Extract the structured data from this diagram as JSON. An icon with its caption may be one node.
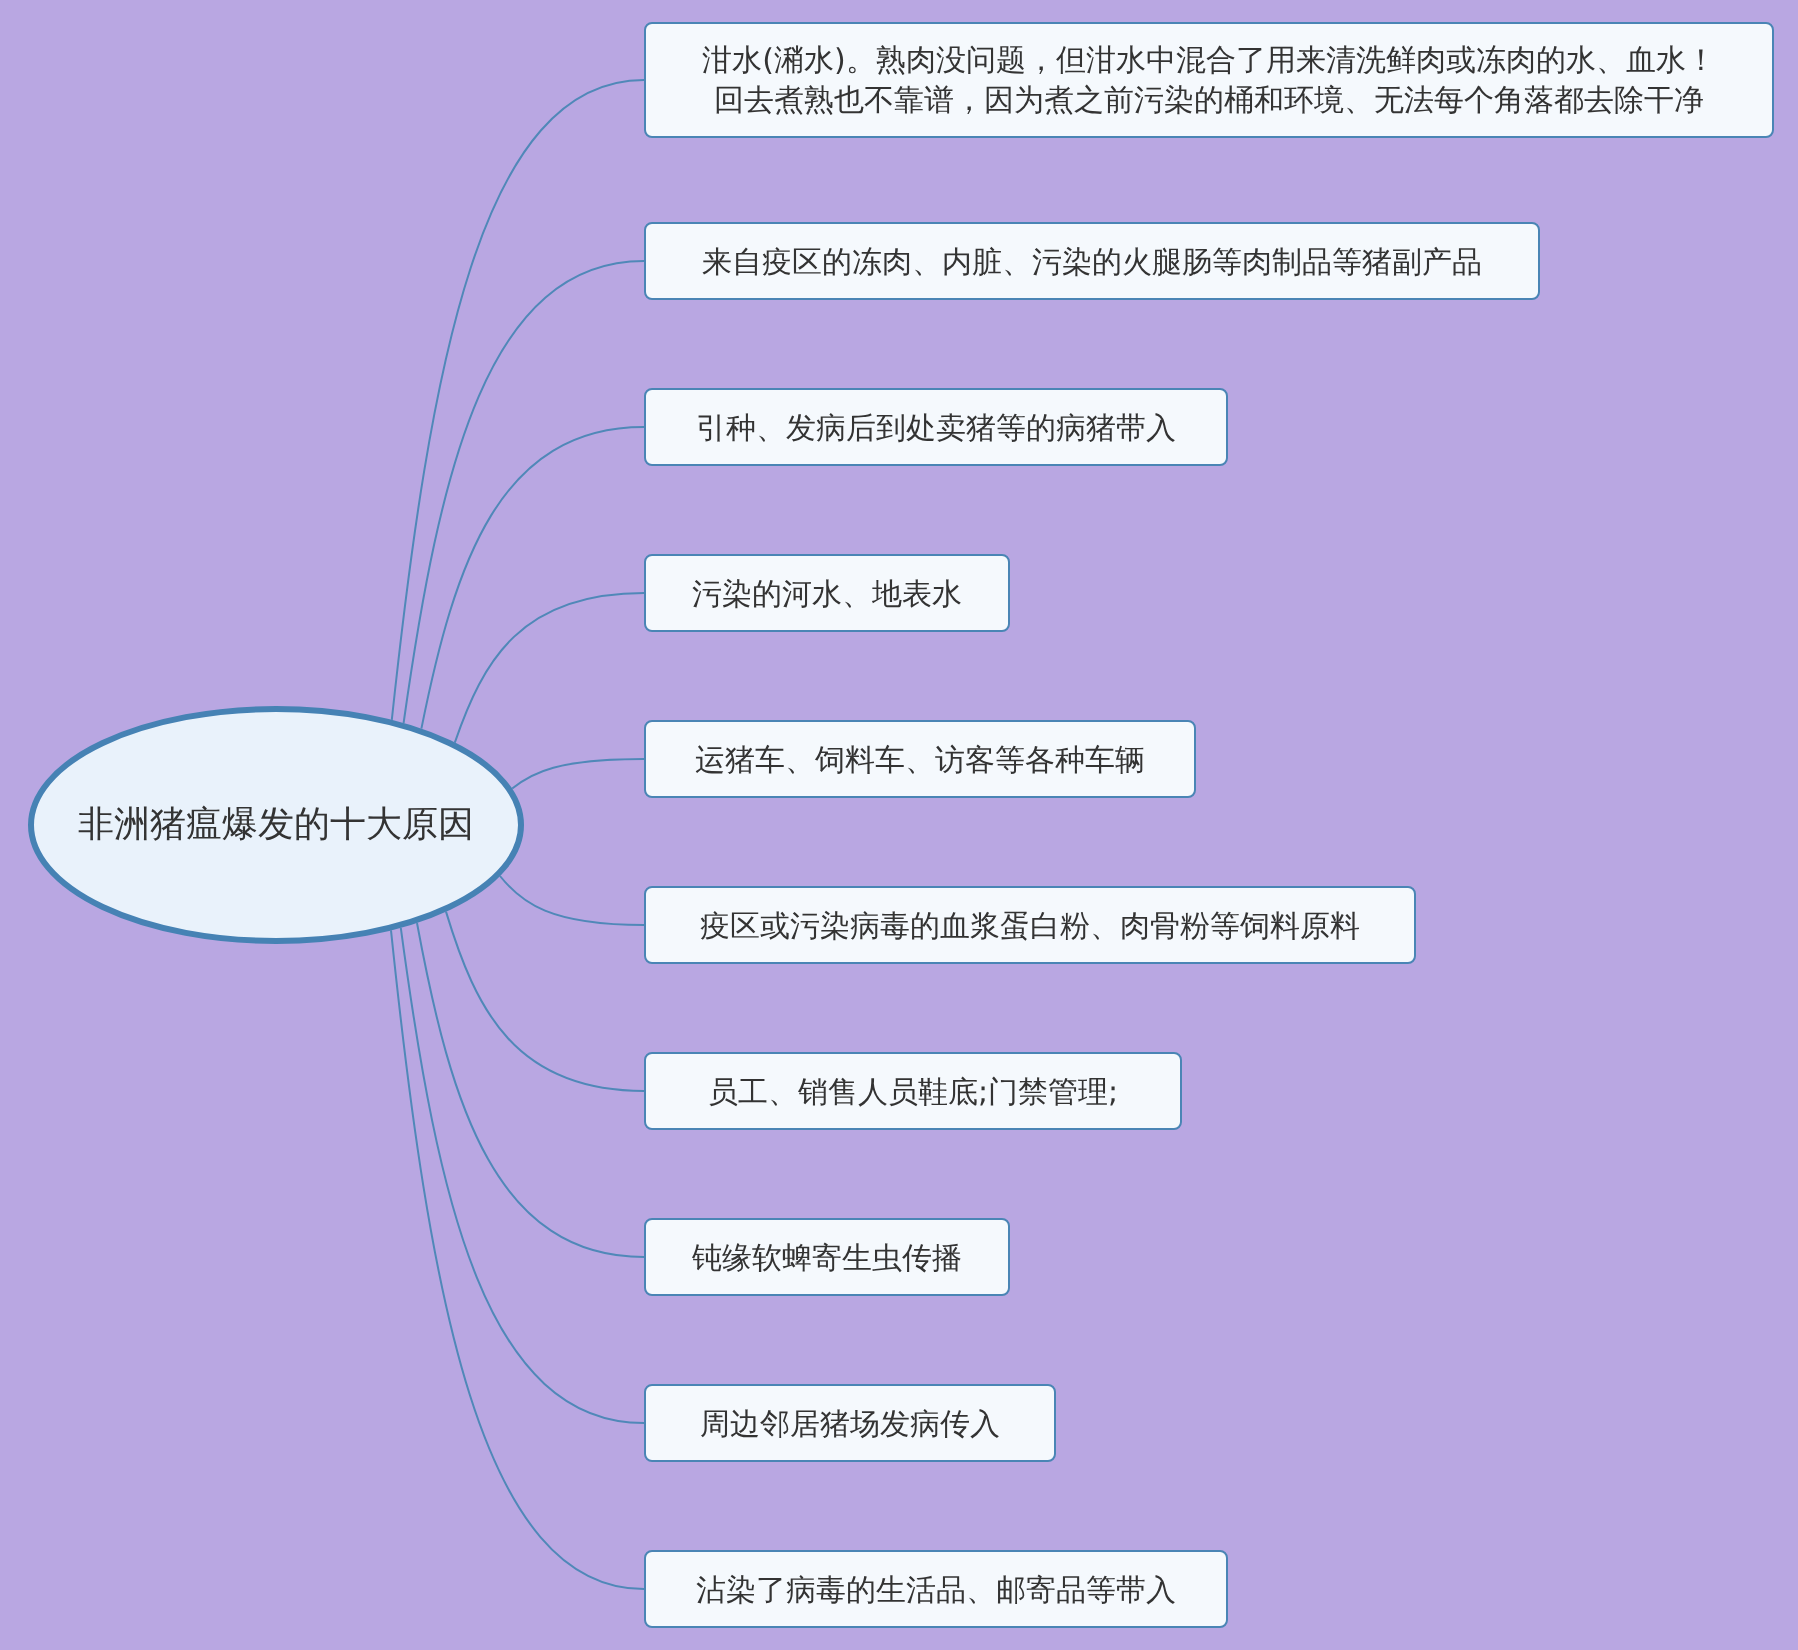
{
  "diagram": {
    "nodes": [
      {
        "text": [
          "非洲猪瘟爆发的十大原因"
        ]
      },
      {
        "text": [
          "泔水(潲水)。熟肉没问题，但泔水中混合了用来清洗鲜肉或冻肉的水、血水！回去煮熟也不靠谱，因为煮之前污染的桶和环境、无法每个角落都去除干净"
        ]
      },
      {
        "text": [
          "来自疫区的冻肉、内脏、污染的火腿肠等肉制品等猪副产品"
        ]
      },
      {
        "text": [
          "引种、发病后到处卖猪等的病猪带入"
        ]
      },
      {
        "text": [
          "污染的河水、地表水"
        ]
      },
      {
        "text": [
          "运猪车、饲料车、访客等各种车辆"
        ]
      },
      {
        "text": [
          "疫区或污染病毒的血浆蛋白粉、肉骨粉等饲料原料"
        ]
      },
      {
        "text": [
          "员工、销售人员鞋底;门禁管理;"
        ]
      },
      {
        "text": [
          "钝缘软蜱寄生虫传播"
        ]
      },
      {
        "text": [
          "周边邻居猪场发病传入"
        ]
      },
      {
        "text": [
          "沾染了病毒的生活品、邮寄品等带入"
        ]
      }
    ],
    "edges": [
      {
        "from": 0,
        "to": 1,
        "arrow": "none"
      },
      {
        "from": 0,
        "to": 2,
        "arrow": "none"
      },
      {
        "from": 0,
        "to": 3,
        "arrow": "none"
      },
      {
        "from": 0,
        "to": 4,
        "arrow": "none"
      },
      {
        "from": 0,
        "to": 5,
        "arrow": "none"
      },
      {
        "from": 0,
        "to": 6,
        "arrow": "none"
      },
      {
        "from": 0,
        "to": 7,
        "arrow": "none"
      },
      {
        "from": 0,
        "to": 8,
        "arrow": "none"
      },
      {
        "from": 0,
        "to": 9,
        "arrow": "none"
      },
      {
        "from": 0,
        "to": 10,
        "arrow": "none"
      }
    ]
  }
}
